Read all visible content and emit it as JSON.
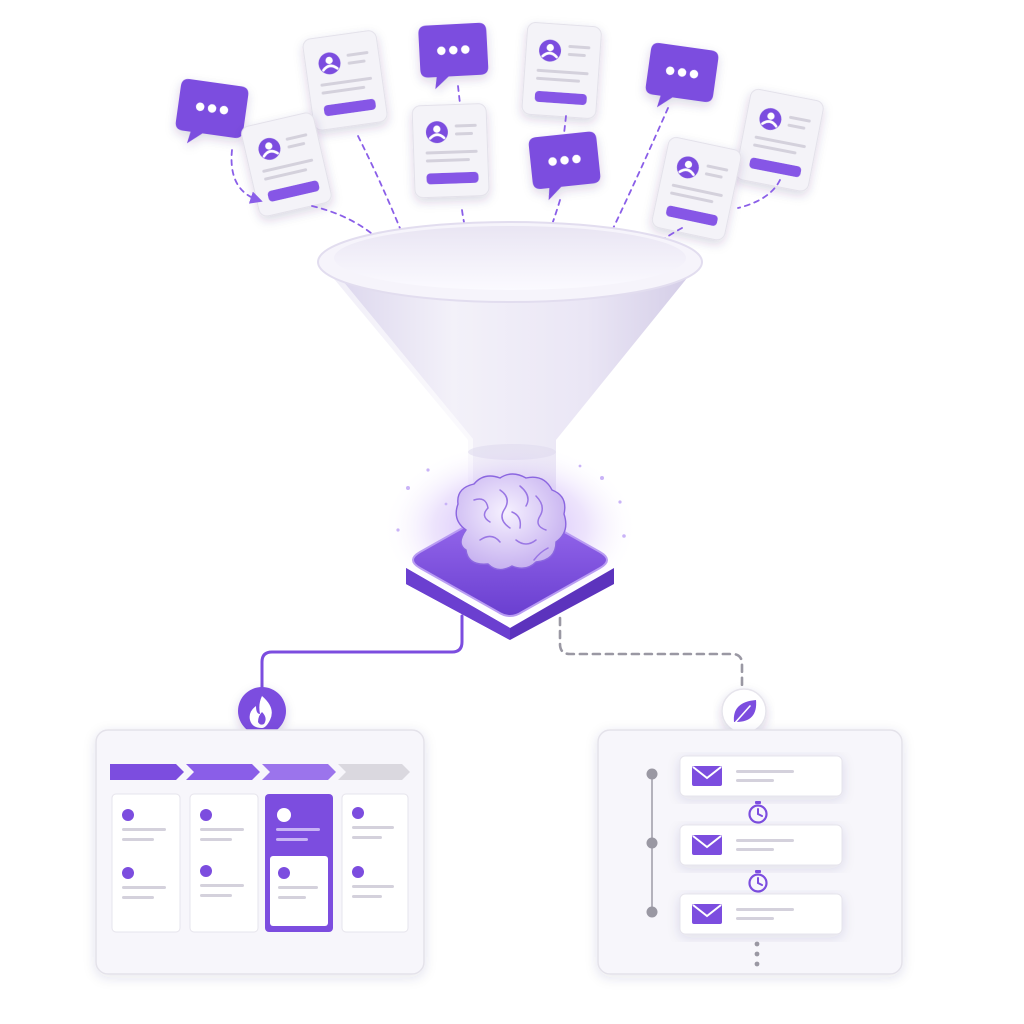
{
  "colors": {
    "accent": "#7c4ddf",
    "accent_light": "#a887f0",
    "accent_pale": "#e4dafa",
    "card_bg": "#f7f6fb",
    "line_gray": "#dcdae3",
    "connector_gray": "#9a98a3",
    "funnel_light": "#f3f1f9",
    "funnel_shade": "#d9d3ec"
  },
  "diagram": {
    "input_items": [
      {
        "kind": "chat",
        "icon": "chat-bubble-icon"
      },
      {
        "kind": "profile",
        "icon": "profile-card-icon"
      },
      {
        "kind": "chat",
        "icon": "chat-bubble-icon"
      },
      {
        "kind": "profile",
        "icon": "profile-card-icon"
      },
      {
        "kind": "chat",
        "icon": "chat-bubble-icon"
      },
      {
        "kind": "profile",
        "icon": "profile-card-icon"
      },
      {
        "kind": "chat",
        "icon": "chat-bubble-icon"
      },
      {
        "kind": "profile",
        "icon": "profile-card-icon"
      },
      {
        "kind": "profile",
        "icon": "profile-card-icon"
      },
      {
        "kind": "chat",
        "icon": "chat-bubble-icon"
      },
      {
        "kind": "profile",
        "icon": "profile-card-icon"
      }
    ],
    "processor": {
      "icon": "brain-icon"
    },
    "hot_branch": {
      "icon": "flame-icon",
      "style": "solid"
    },
    "nurture_branch": {
      "icon": "leaf-icon",
      "style": "dashed"
    },
    "pipeline_board": {
      "stages": 4,
      "active_stage": 3,
      "columns": 4
    },
    "email_sequence": {
      "steps": 3,
      "step_icon": "envelope-icon",
      "delay_icon": "stopwatch-icon"
    }
  }
}
